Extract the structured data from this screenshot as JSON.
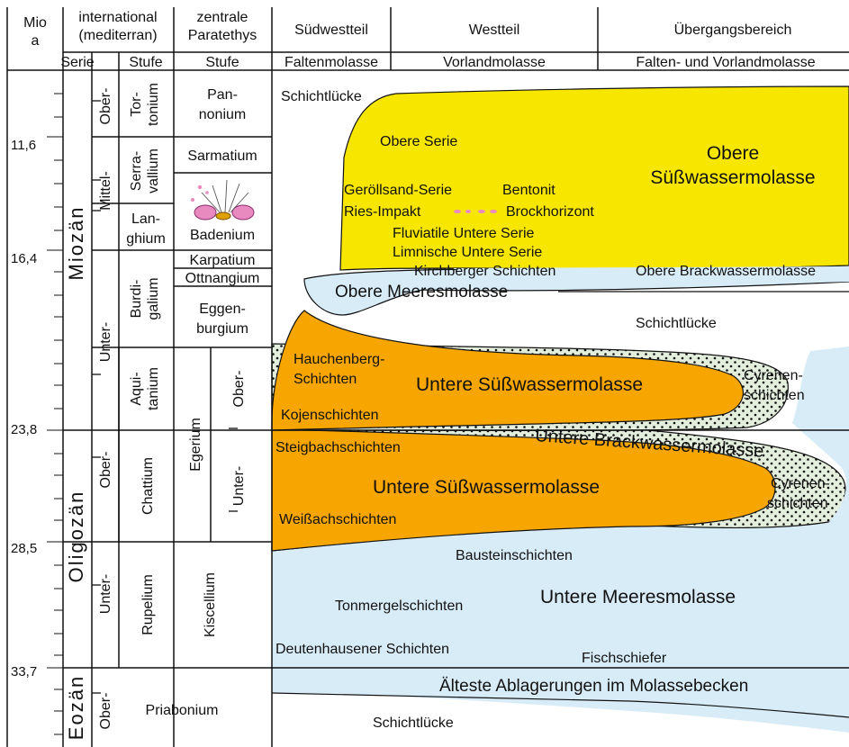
{
  "header": {
    "mio": "Mio",
    "mio_unit": "a",
    "international": "international",
    "international_sub": "(mediterran)",
    "zentrale": "zentrale",
    "zentrale_sub": "Paratethys",
    "suedwest": "Südwestteil",
    "west": "Westteil",
    "uebergang": "Übergangsbereich",
    "serie": "Serie",
    "stufe": "Stufe",
    "stufe2": "Stufe",
    "faltenmolasse": "Faltenmolasse",
    "vorlandmolasse": "Vorlandmolasse",
    "falten_vorland": "Falten- und Vorlandmolasse"
  },
  "ages": [
    "11,6",
    "16,4",
    "23,8",
    "28,5",
    "33,7"
  ],
  "epochs": {
    "miozaen": "Miozän",
    "oligozaen": "Oligozän",
    "eozaen": "Eozän"
  },
  "series": {
    "mio_ober": "Ober-",
    "mio_mittel": "Mittel-",
    "mio_unter": "Unter-",
    "oli_ober": "Ober-",
    "oli_unter": "Unter-",
    "eoz_ober": "Ober-"
  },
  "mediterranean_stages": {
    "tortonium_1": "Tor-",
    "tortonium_2": "tonium",
    "serravallium_1": "Serra-",
    "serravallium_2": "vallium",
    "langhium_1": "Lan-",
    "langhium_2": "ghium",
    "burdigalium_1": "Burdi-",
    "burdigalium_2": "galium",
    "aquitanium_1": "Aqui-",
    "aquitanium_2": "tanium",
    "chattium": "Chattium",
    "rupelium": "Rupelium",
    "priabonium": "Priabonium"
  },
  "paratethys_stages": {
    "pannonium_1": "Pan-",
    "pannonium_2": "nonium",
    "sarmatium": "Sarmatium",
    "badenium": "Badenium",
    "karpatium": "Karpatium",
    "ottnangium": "Ottnangium",
    "eggenburgium_1": "Eggen-",
    "eggenburgium_2": "burgium",
    "egerium": "Egerium",
    "egerium_ober": "Ober-",
    "egerium_unter": "Unter-",
    "kiscellium": "Kiscellium"
  },
  "units": {
    "schichtluecke_top": "Schichtlücke",
    "obere_serie": "Obere Serie",
    "osm_1": "Obere",
    "osm_2": "Süßwassermolasse",
    "geroellsand": "Geröllsand-Serie",
    "bentonit": "Bentonit",
    "ries": "Ries-Impakt",
    "brockhorizont": "Brockhorizont",
    "fluviatile": "Fluviatile Untere Serie",
    "limnische": "Limnische Untere Serie",
    "kirchberger": "Kirchberger Schichten",
    "obere_brackwasser": "Obere Brackwassermolasse",
    "obere_meeres": "Obere Meeresmolasse",
    "schichtluecke_mid": "Schichtlücke",
    "hauchenberg_1": "Hauchenberg-",
    "hauchenberg_2": "Schichten",
    "usm_upper": "Untere Süßwassermolasse",
    "cyrenen_1a": "Cyrenen-",
    "cyrenen_1b": "schichten",
    "kojen": "Kojenschichten",
    "untere_brackwasser": "Untere Brackwassermolasse",
    "steigbach": "Steigbachschichten",
    "usm_lower": "Untere Süßwassermolasse",
    "cyrenen_2a": "Cyrenen-",
    "cyrenen_2b": "schichten",
    "weissach": "Weißachschichten",
    "baustein": "Bausteinschichten",
    "tonmergel": "Tonmergelschichten",
    "umm": "Untere Meeresmolasse",
    "deutenhausener": "Deutenhausener Schichten",
    "fischschiefer": "Fischschiefer",
    "aelteste": "Älteste Ablagerungen im Molassebecken",
    "schichtluecke_bottom": "Schichtlücke"
  },
  "colors": {
    "yellow": "#f7e600",
    "orange": "#f7a500",
    "lightblue": "#d8ecf8",
    "brackish": "#e3eedd"
  }
}
